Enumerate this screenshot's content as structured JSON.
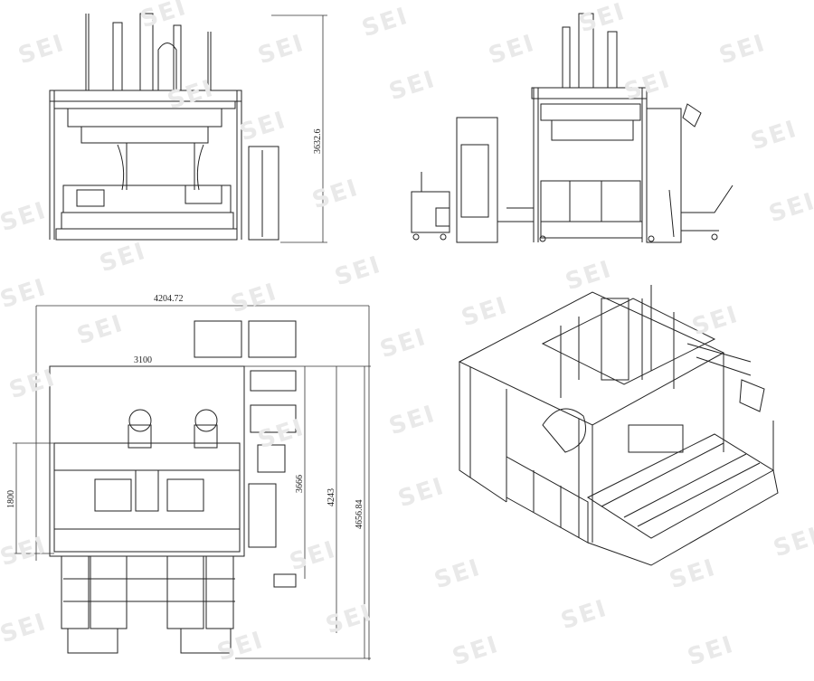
{
  "watermark": "SEI",
  "views": {
    "front_elevation": {
      "height_dim": "3632.6"
    },
    "side_elevation": {},
    "plan_view": {
      "overall_width_dim": "4204.72",
      "frame_width_dim": "3100",
      "left_dim": "1800",
      "right_dims": [
        "3666",
        "4243",
        "4656.84"
      ]
    },
    "isometric_view": {}
  }
}
